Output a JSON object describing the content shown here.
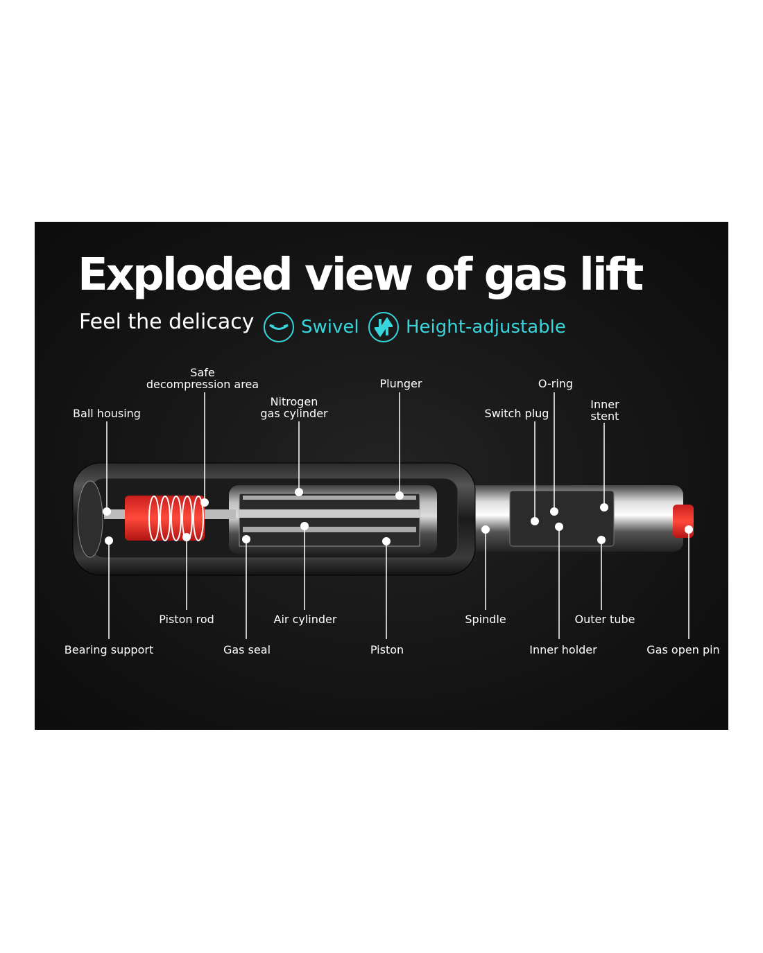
{
  "title": "Exploded view of gas lift",
  "subtitle": "Feel the delicacy",
  "features": [
    {
      "label": "Swivel",
      "icon": "swivel-icon"
    },
    {
      "label": "Height-adjustable",
      "icon": "up-down-arrows-icon"
    }
  ],
  "accent_color": "#38d6dc",
  "parts_top": [
    {
      "label": "Ball housing"
    },
    {
      "line1": "Safe",
      "line2": "decompression area"
    },
    {
      "line1": "Nitrogen",
      "line2": "gas cylinder"
    },
    {
      "label": "Plunger"
    },
    {
      "label": "Switch plug"
    },
    {
      "label": "O-ring"
    },
    {
      "line1": "Inner",
      "line2": "stent"
    }
  ],
  "parts_bottom": [
    {
      "label": "Bearing support"
    },
    {
      "label": "Piston rod"
    },
    {
      "label": "Gas seal"
    },
    {
      "label": "Air cylinder"
    },
    {
      "label": "Piston"
    },
    {
      "label": "Spindle"
    },
    {
      "label": "Inner holder"
    },
    {
      "label": "Outer tube"
    },
    {
      "label": "Gas open pin"
    }
  ]
}
